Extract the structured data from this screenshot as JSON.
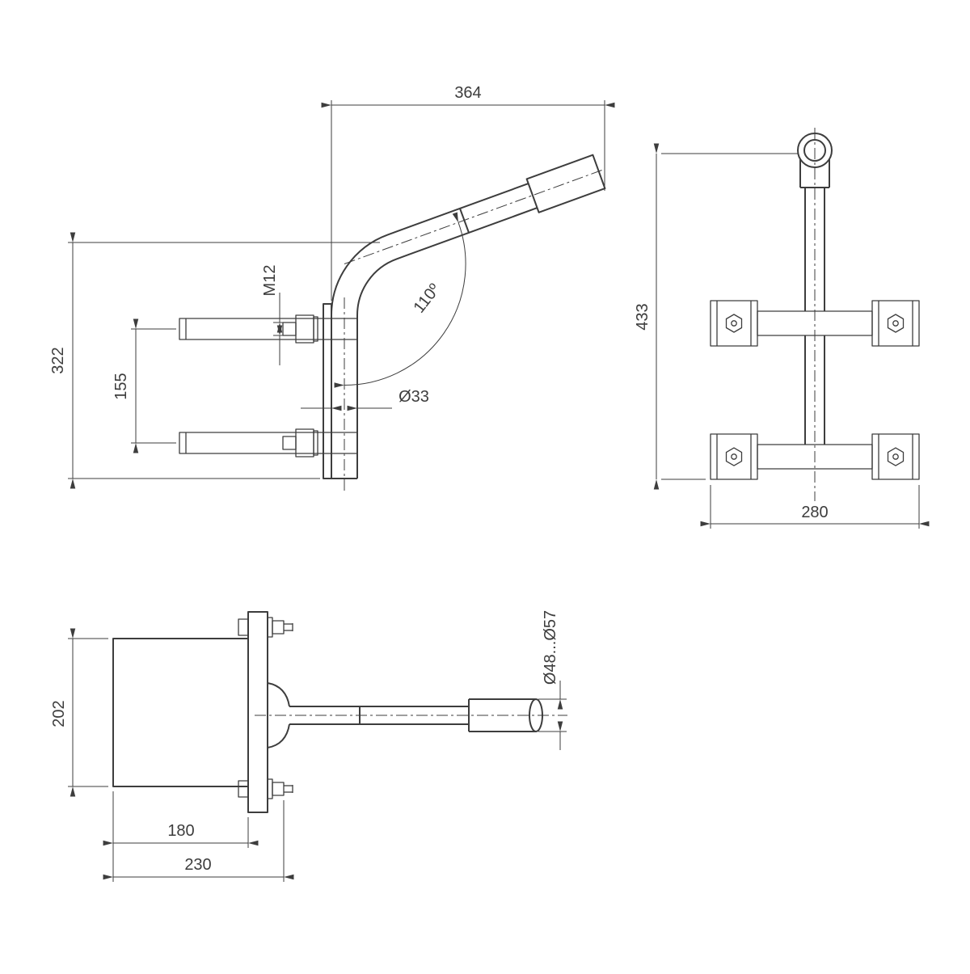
{
  "colors": {
    "line": "#3d3d3d",
    "background": "#ffffff"
  },
  "views": {
    "side": {
      "dims": {
        "arm_reach": "364",
        "height": "322",
        "clamp_spacing": "155",
        "bolt_thread": "M12",
        "bend_angle": "110º",
        "pipe_diameter": "Ø33"
      }
    },
    "front": {
      "dims": {
        "height": "433",
        "clamp_width": "280"
      }
    },
    "top": {
      "dims": {
        "depth": "202",
        "inner_width": "180",
        "overall_width": "230",
        "spigot_diameter": "Ø48...Ø57"
      }
    }
  }
}
